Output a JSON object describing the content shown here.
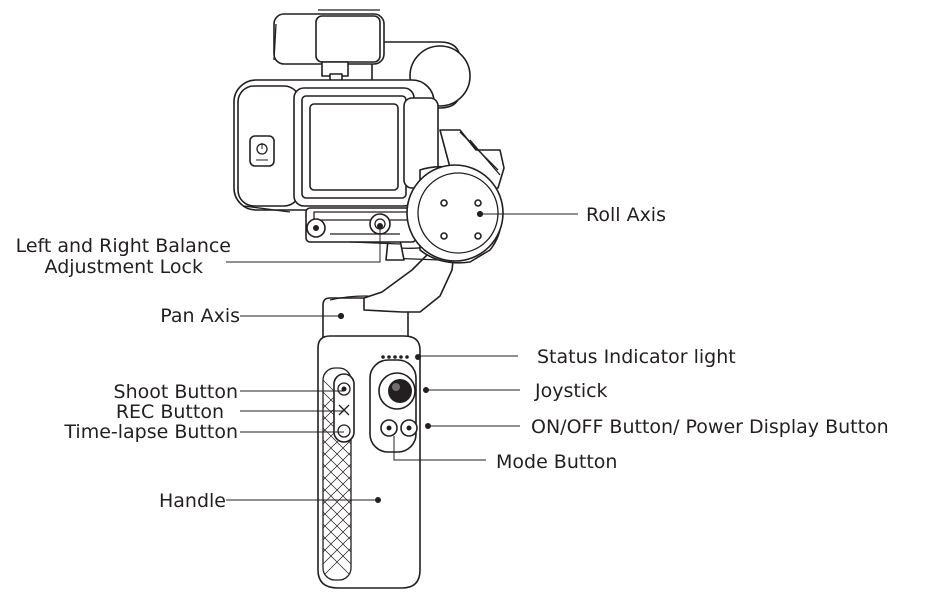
{
  "labels": {
    "roll_axis": "Roll Axis",
    "balance_lock_line1": "Left and Right Balance",
    "balance_lock_line2": "Adjustment Lock",
    "pan_axis": "Pan Axis",
    "status_indicator": "Status Indicator light",
    "shoot_button": "Shoot Button",
    "joystick": "Joystick",
    "rec_button": "REC Button",
    "on_off_button": "ON/OFF Button/ Power Display Button",
    "timelapse_button": "Time-lapse Button",
    "mode_button": "Mode Button",
    "handle": "Handle"
  },
  "colors": {
    "ink": "#231f20",
    "background": "#ffffff"
  }
}
